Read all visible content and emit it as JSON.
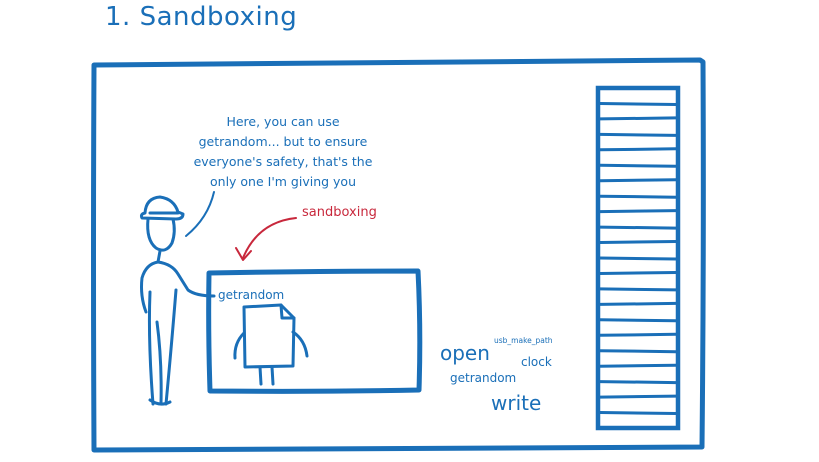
{
  "title": "1.  Sandboxing",
  "speech_bubble": {
    "lines": [
      "Here, you can use",
      "getrandom... but to ensure",
      "everyone's safety, that's the",
      "only one I'm giving you"
    ]
  },
  "annotation": {
    "sandboxing_label": "sandboxing"
  },
  "handed_syscall": "getrandom",
  "syscall_words": {
    "open": "open",
    "usb_make_path": "usb_make_path",
    "clock": "clock",
    "getrandom": "getrandom",
    "write": "write"
  },
  "colors": {
    "ink_blue": "#1a6fb8",
    "annotation_red": "#c8283c",
    "background": "#ffffff"
  },
  "icons": {
    "figure": "guard-figure-icon",
    "program": "document-program-icon",
    "ladder": "syscall-ladder-icon",
    "arrow": "curved-arrow-icon"
  }
}
